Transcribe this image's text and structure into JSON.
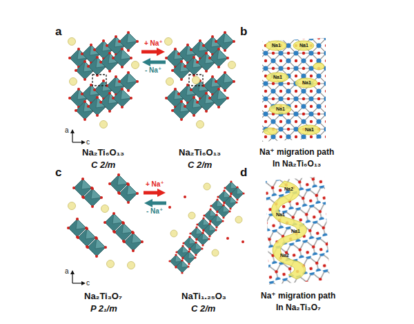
{
  "diagram": {
    "labels": [
      "a",
      "+ Na⁺",
      "- Na⁺",
      "a",
      "c",
      "Na₂Ti₆O₁₃",
      "C 2/m",
      "Na₂Ti₆O₁₃",
      "C 2/m",
      "b",
      "Na1",
      "Na1",
      "Na1",
      "Na1",
      "Na1",
      "Na1",
      "Na⁺ migration path",
      "In Na₂Ti₆O₁₃",
      "c",
      "+ Na⁺",
      "- Na⁺",
      "a",
      "c",
      "Na₂Ti₃O₇",
      "P 2₁/m",
      "NaTi₁.₂₅O₃",
      "C 2/m",
      "d",
      "Na2",
      "Na1",
      "Na1",
      "Na2",
      "Na⁺ migration path",
      "In Na₂Ti₃O₇"
    ]
  }
}
